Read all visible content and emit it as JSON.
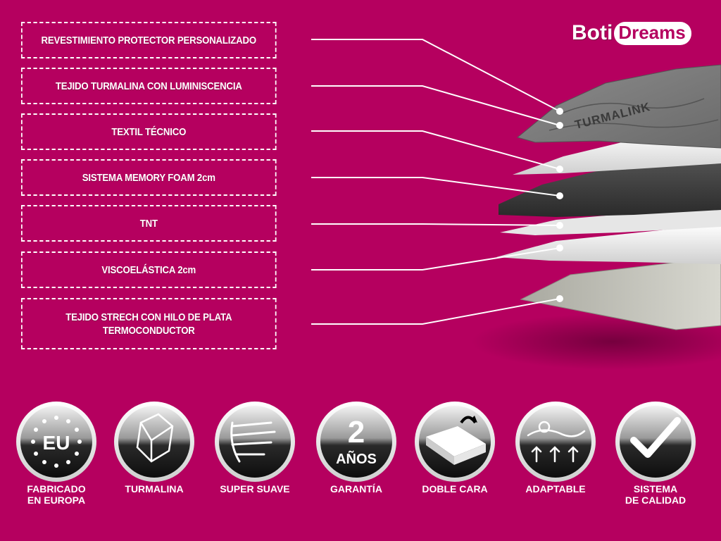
{
  "brand": {
    "part1": "Boti",
    "part2": "Dreams"
  },
  "layers": [
    {
      "label": "REVESTIMIENTO PROTECTOR PERSONALIZADO"
    },
    {
      "label": "TEJIDO  TURMALINA  CON LUMINISCENCIA"
    },
    {
      "label": "TEXTIL TÉCNICO"
    },
    {
      "label": "SISTEMA MEMORY FOAM  2cm"
    },
    {
      "label": "TNT"
    },
    {
      "label": "VISCOELÁSTICA 2cm"
    },
    {
      "label": "TEJIDO STRECH CON HILO DE PLATA\nTERMOCONDUCTOR"
    }
  ],
  "fabric_print": "TURMALINK",
  "badges": [
    {
      "label": "FABRICADO\nEN EUROPA",
      "icon": "eu-stars-icon",
      "icon_text": "EU"
    },
    {
      "label": "TURMALINA",
      "icon": "crystal-icon"
    },
    {
      "label": "SUPER SUAVE",
      "icon": "hand-feather-icon"
    },
    {
      "label": "GARANTÍA",
      "icon": "warranty-icon",
      "icon_number": "2",
      "icon_unit": "AÑOS"
    },
    {
      "label": "DOBLE CARA",
      "icon": "flip-mattress-icon"
    },
    {
      "label": "ADAPTABLE",
      "icon": "body-adapt-icon"
    },
    {
      "label": "SISTEMA\nDE CALIDAD",
      "icon": "check-icon"
    }
  ],
  "colors": {
    "background": "#b5005f",
    "line": "#ffffff",
    "badge_dark": "#1a1a1a"
  }
}
